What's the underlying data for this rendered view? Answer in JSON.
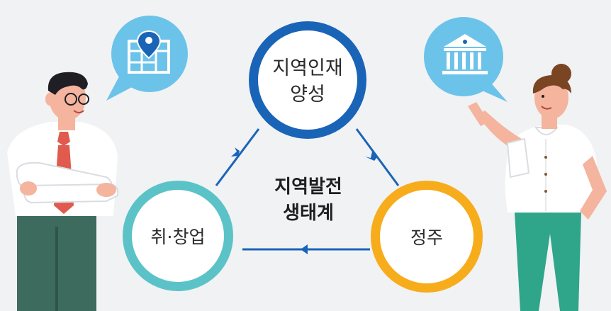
{
  "diagram": {
    "center_label": "지역발전\n생태계",
    "center_line1": "지역발전",
    "center_line2": "생태계",
    "nodes": {
      "top": {
        "line1": "지역인재",
        "line2": "양성",
        "color": "#1a64b8"
      },
      "left": {
        "label": "취·창업",
        "color": "#5bc3c8"
      },
      "right": {
        "label": "정주",
        "color": "#f7ac1c"
      }
    },
    "arrow_color": "#1a64b8",
    "speech_bubble_color": "#6cc3ea",
    "icons": {
      "left_bubble": "map-pin-icon",
      "right_bubble": "bank-building-icon"
    },
    "figures": {
      "left": "man-arms-crossed",
      "right": "woman-pointing"
    }
  }
}
